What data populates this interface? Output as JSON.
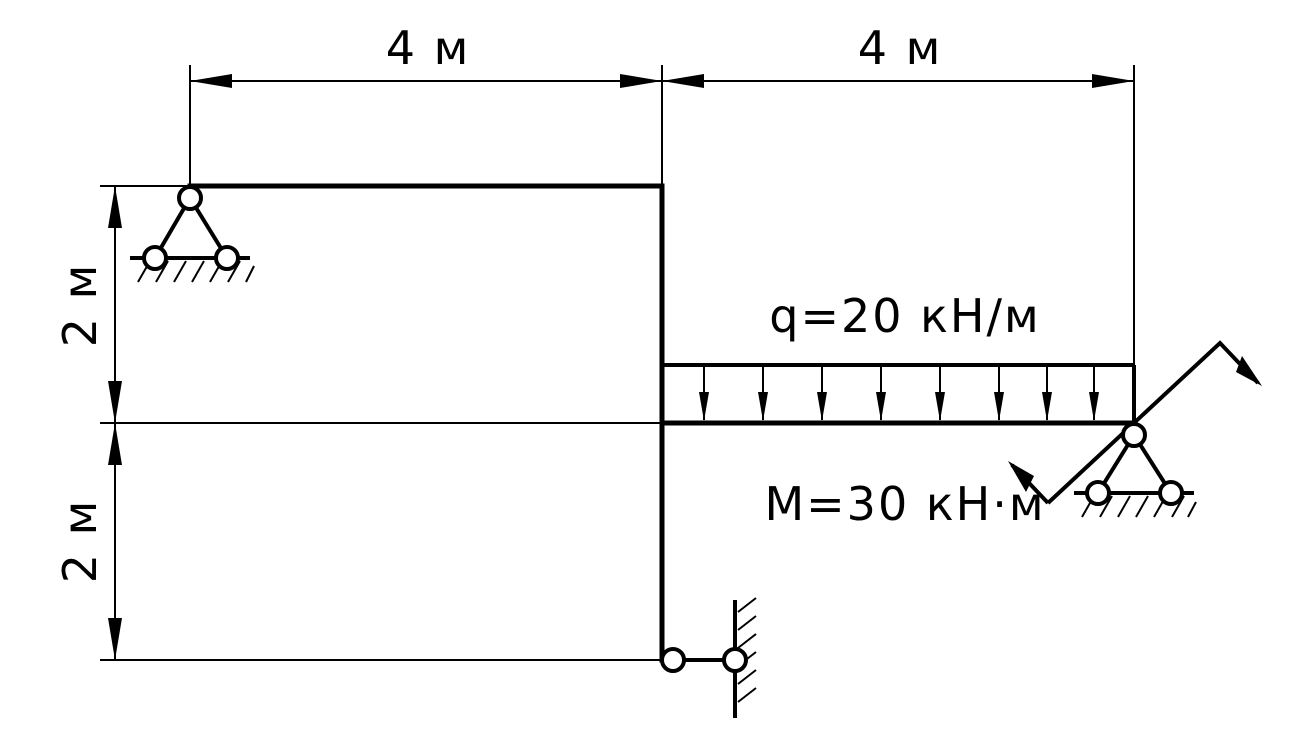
{
  "dimensions": {
    "top_left_span": "4 м",
    "top_right_span": "4 м",
    "left_upper_height": "2 м",
    "left_lower_height": "2 м"
  },
  "loads": {
    "distributed": "q=20 кН/м",
    "moment": "M=30 кН·м"
  },
  "colors": {
    "ink": "#000000",
    "background": "#ffffff"
  }
}
